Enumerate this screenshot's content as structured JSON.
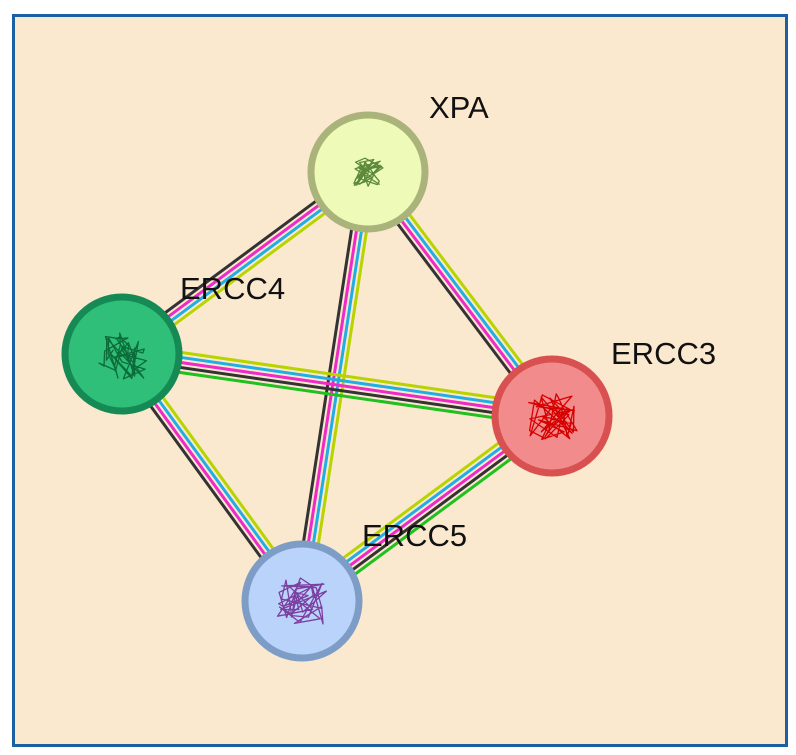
{
  "network": {
    "nodes": [
      {
        "id": "XPA",
        "label": "XPA",
        "fill": "#eefbb8",
        "stroke": "#aab37a",
        "structure_color": "#5d8a3a"
      },
      {
        "id": "ERCC4",
        "label": "ERCC4",
        "fill": "#2fbf78",
        "stroke": "#168a55",
        "structure_color": "#0c6b3a"
      },
      {
        "id": "ERCC3",
        "label": "ERCC3",
        "fill": "#f28c8c",
        "stroke": "#d85050",
        "structure_color": "#d60000"
      },
      {
        "id": "ERCC5",
        "label": "ERCC5",
        "fill": "#b9d3fb",
        "stroke": "#7e9dc6",
        "structure_color": "#7a3fa0"
      }
    ],
    "edges": [
      {
        "source": "XPA",
        "target": "ERCC4",
        "colors": [
          "#b8d400",
          "#22aee5",
          "#ee2ac8",
          "#333333"
        ]
      },
      {
        "source": "XPA",
        "target": "ERCC3",
        "colors": [
          "#b8d400",
          "#22aee5",
          "#ee2ac8",
          "#333333"
        ]
      },
      {
        "source": "XPA",
        "target": "ERCC5",
        "colors": [
          "#b8d400",
          "#22aee5",
          "#ee2ac8",
          "#333333"
        ]
      },
      {
        "source": "ERCC4",
        "target": "ERCC3",
        "colors": [
          "#b8d400",
          "#22aee5",
          "#ee2ac8",
          "#333333",
          "#1fc01f"
        ]
      },
      {
        "source": "ERCC4",
        "target": "ERCC5",
        "colors": [
          "#b8d400",
          "#22aee5",
          "#ee2ac8",
          "#333333"
        ]
      },
      {
        "source": "ERCC5",
        "target": "ERCC3",
        "colors": [
          "#b8d400",
          "#22aee5",
          "#ee2ac8",
          "#333333",
          "#1fc01f"
        ]
      }
    ]
  },
  "colors": {
    "background": "#fbe9cf",
    "frame_border": "#1c5fa3"
  }
}
